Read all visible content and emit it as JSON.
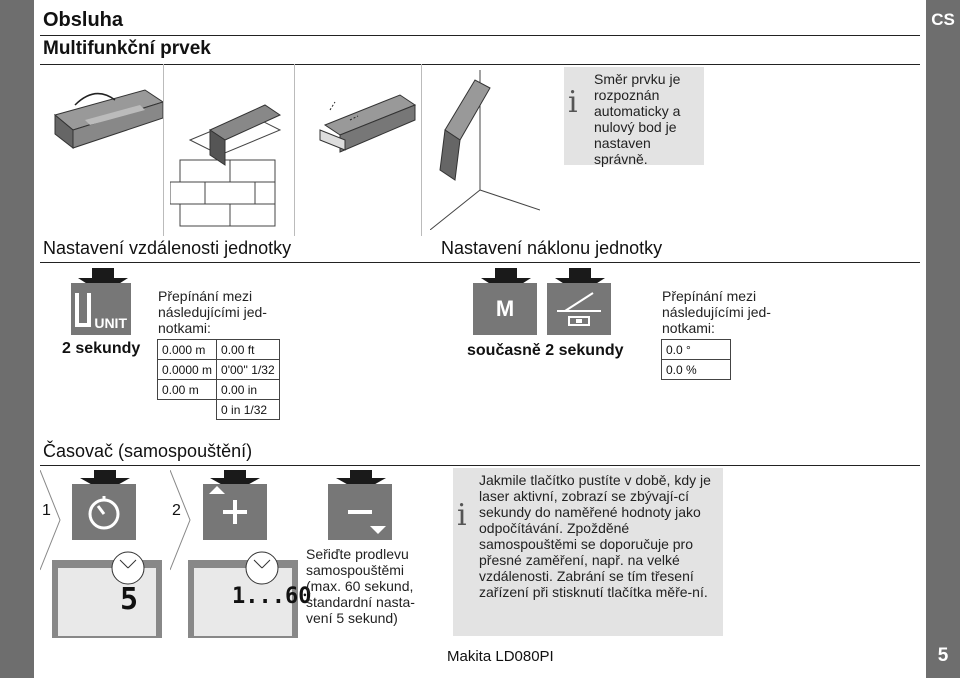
{
  "header": {
    "title": "Obsluha",
    "subtitle": "Multifunkční prvek",
    "lang_tab": "CS"
  },
  "multifunction_note": "Směr prvku je rozpoznán automaticky a nulový bod je nastaven správně.",
  "distance_units": {
    "heading": "Nastavení vzdálenosti jednotky",
    "icon_label": "UNIT",
    "press": "2 sekundy",
    "description": "Přepínání mezi následujícími jed-notkami:",
    "rows": [
      [
        "0.000 m",
        "0.00 ft"
      ],
      [
        "0.0000 m",
        "0'00'' 1/32"
      ],
      [
        "0.00 m",
        "0.00 in"
      ],
      [
        "",
        "0 in 1/32"
      ]
    ]
  },
  "tilt_units": {
    "heading": "Nastavení náklonu jednotky",
    "icon_m": "M",
    "press": "současně 2 sekundy",
    "description": "Přepínání mezi následujícími jed-notkami:",
    "options": [
      "0.0 °",
      "0.0 %"
    ]
  },
  "timer": {
    "heading": "Časovač (samospouštění)",
    "step1": "1",
    "step2": "2",
    "display1": "5",
    "display2": "1...60",
    "instruction": "Seřiďte prodlevu samospouštěmi (max. 60 sekund, standardní nasta-vení 5 sekund)",
    "note": "Jakmile tlačítko pustíte v době, kdy je laser aktivní, zobrazí se zbývají-cí sekundy do naměřené hodnoty jako odpočítávání. Zpožděné samospouštěmi se doporučuje pro přesné zaměření, např. na velké vzdálenosti. Zabrání se tím třesení zařízení při stisknutí tlačítka měře-ní."
  },
  "footer": {
    "model": "Makita LD080PI",
    "page": "5"
  },
  "icons": [
    "info-icon",
    "arrow-down-icon",
    "timer-icon",
    "plus-icon",
    "minus-icon",
    "tilt-icon",
    "stopwatch-icon"
  ],
  "colors": {
    "sidebar": "#6e6e6e",
    "note_bg": "#e3e3e3",
    "key_icon": "#777777",
    "arrow": "#1a1a1a"
  }
}
